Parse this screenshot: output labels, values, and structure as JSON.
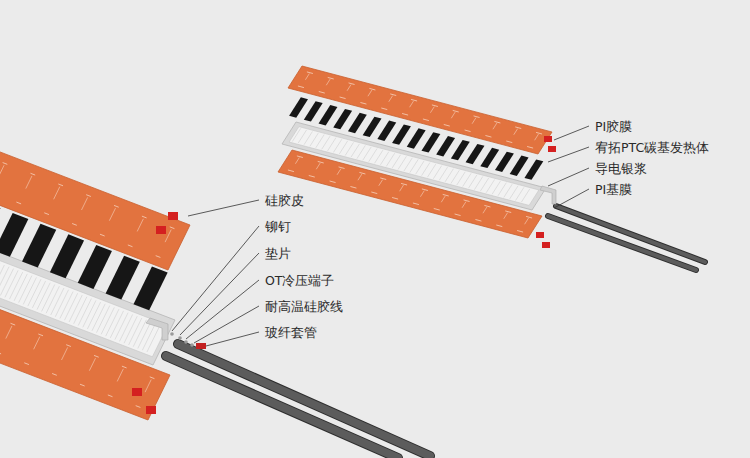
{
  "diagram": {
    "labels": [
      "硅胶皮",
      "铆钉",
      "垫片",
      "OT冷压端子",
      "耐高温硅胶线",
      "玻纤套管",
      "PI胶膜",
      "宥拓PTC碳基发热体",
      "导电银浆",
      "PI基膜"
    ]
  }
}
